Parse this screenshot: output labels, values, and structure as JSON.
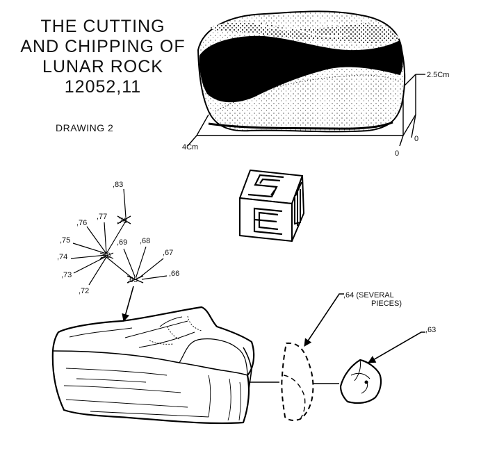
{
  "title": {
    "line1": "THE CUTTING",
    "line2": "AND CHIPPING OF",
    "line3": "LUNAR ROCK",
    "line4": "12052,11"
  },
  "subtitle": "DRAWING 2",
  "scale": {
    "height_label": "2.5Cm",
    "width_label": "4Cm",
    "origin_label_a": "0",
    "origin_label_b": "0"
  },
  "cube": {
    "top_letter": "S",
    "front_letter": "E",
    "side_letter": "T"
  },
  "split_labels": {
    "s83": ",83",
    "s78": ",78",
    "s77": ",77",
    "s76": ",76",
    "s75": ",75",
    "s74": ",74",
    "s73": ",73",
    "s72": ",72",
    "s70": ",70",
    "s69": ",69",
    "s68": ",68",
    "s67": ",67",
    "s66": ",66",
    "s65": ",65"
  },
  "pieces": {
    "p64_line1": ",64 (SEVERAL",
    "p64_line2": "PIECES)",
    "p63": ",63"
  }
}
